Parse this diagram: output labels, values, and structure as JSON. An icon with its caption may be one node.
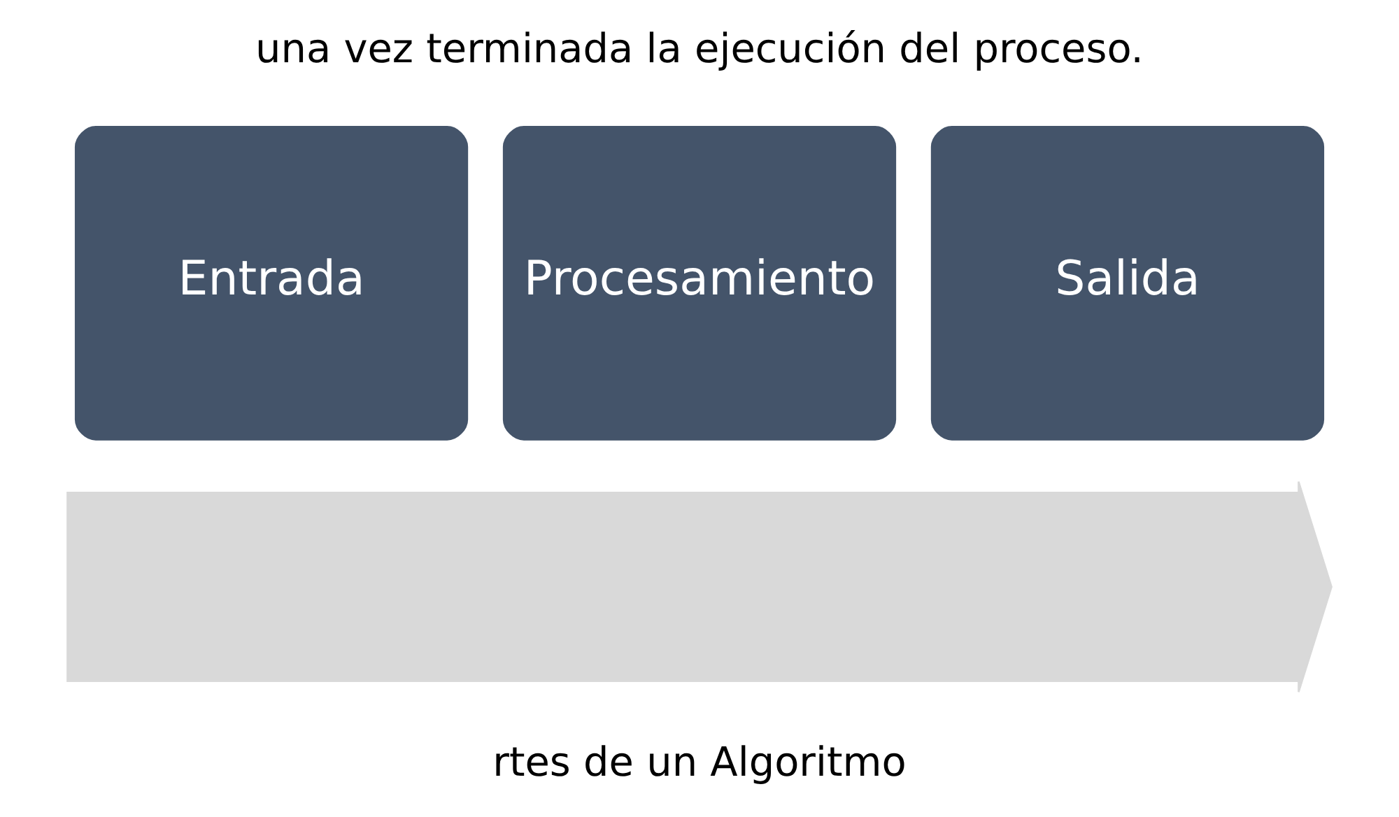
{
  "diagram": {
    "nodes": [
      {
        "text": [],
        "shape": "arrow"
      },
      {
        "text": [
          "Entrada"
        ]
      },
      {
        "text": [
          "Procesamiento"
        ]
      },
      {
        "text": [
          "Salida"
        ]
      }
    ],
    "labels": [
      "una vez terminada la ejecución del proceso.",
      "rtes de un Algoritmo"
    ]
  }
}
